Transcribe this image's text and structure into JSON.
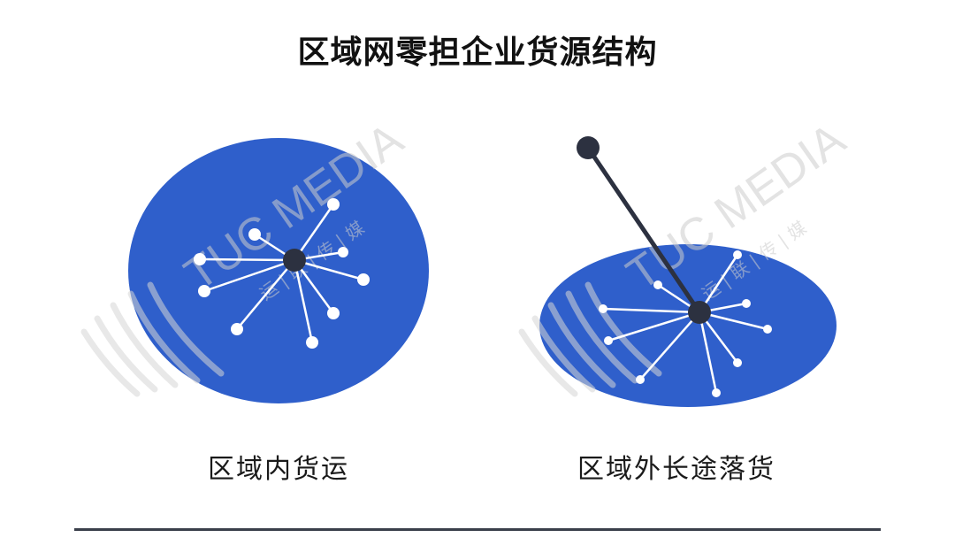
{
  "title": "区域网零担企业货源结构",
  "watermark": {
    "brand_text": "TUC MEDIA",
    "sub_text": "运 | 联 | 传 | 媒"
  },
  "colors": {
    "ellipse": "#2f5fcb",
    "hub": "#2c3140",
    "spoke": "#ffffff",
    "line": "#2c3140",
    "watermark": "#cfcfcf"
  },
  "panels": [
    {
      "label": "区域内货运"
    },
    {
      "label": "区域外长途落货"
    }
  ]
}
